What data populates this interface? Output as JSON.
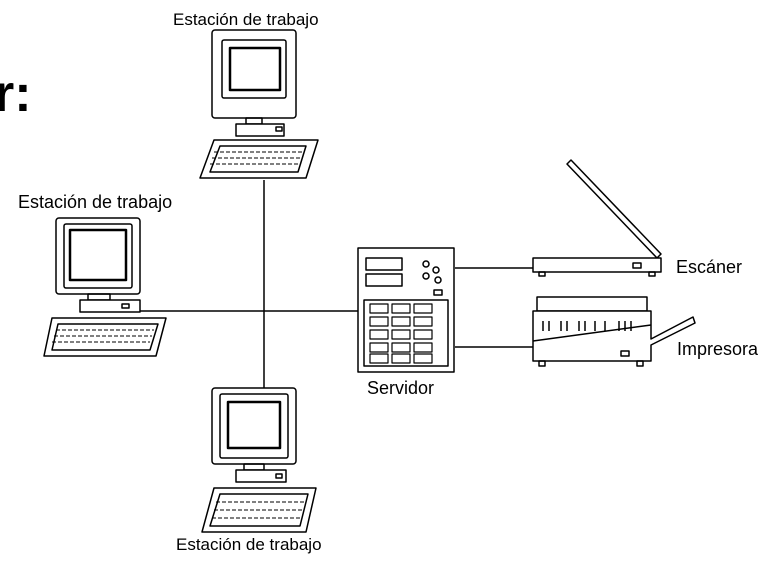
{
  "fragment_text": "r:",
  "nodes": {
    "workstation_top": {
      "label": "Estación de trabajo"
    },
    "workstation_left": {
      "label": "Estación de trabajo"
    },
    "workstation_bottom": {
      "label": "Estación de trabajo"
    },
    "server": {
      "label": "Servidor"
    },
    "scanner": {
      "label": "Escáner"
    },
    "printer": {
      "label": "Impresora"
    }
  },
  "colors": {
    "stroke": "#000000",
    "fill": "#ffffff"
  }
}
